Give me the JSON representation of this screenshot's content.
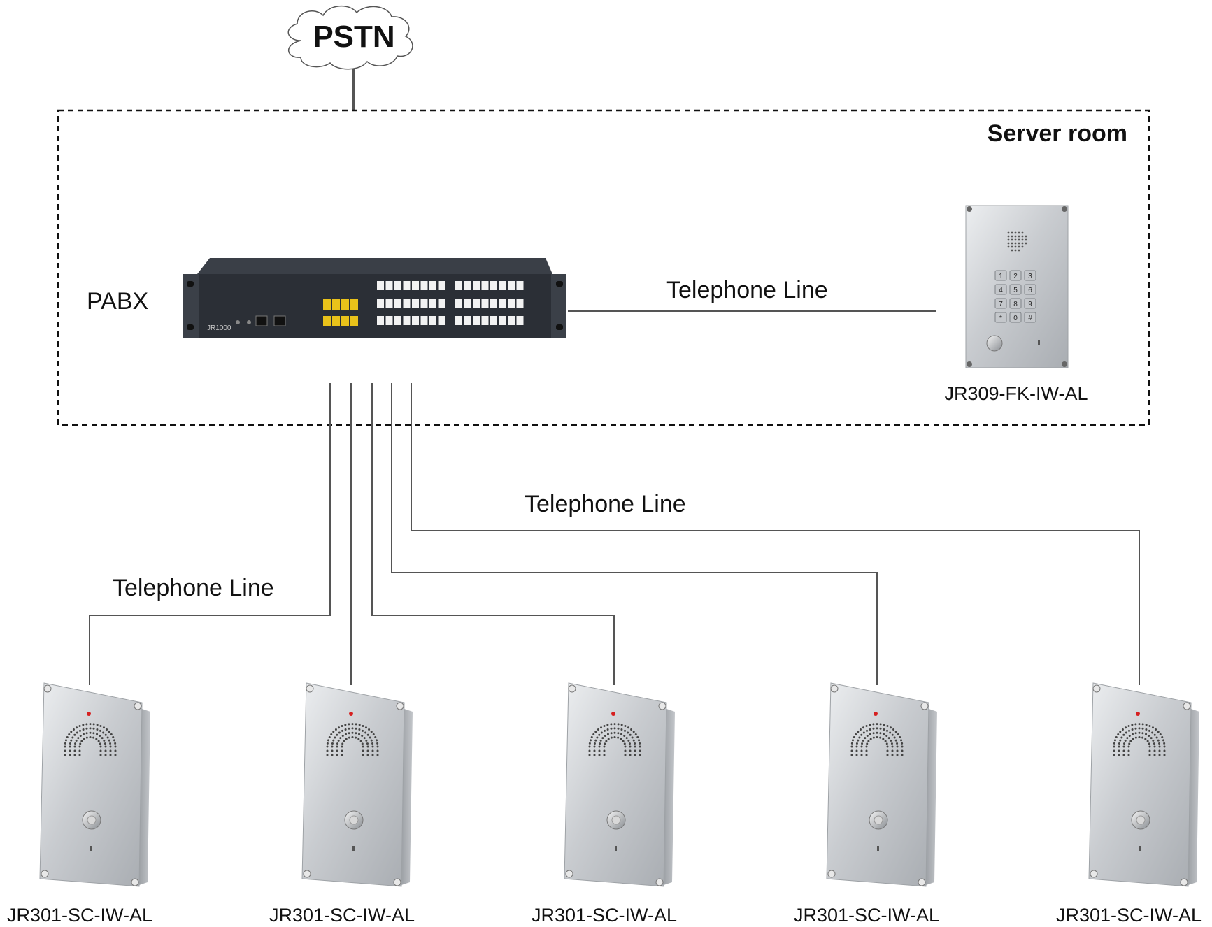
{
  "cloud": {
    "label": "PSTN"
  },
  "server_room": {
    "label": "Server room"
  },
  "pabx": {
    "label": "PABX",
    "model_text": "JR1000"
  },
  "keypad_phone": {
    "label": "JR309-FK-IW-AL",
    "keys": [
      "1",
      "2",
      "3",
      "4",
      "5",
      "6",
      "7",
      "8",
      "9",
      "*",
      "0",
      "#"
    ]
  },
  "links": {
    "label_server_room": "Telephone Line",
    "label_right": "Telephone Line",
    "label_left": "Telephone Line"
  },
  "wall_phones": [
    {
      "label": "JR301-SC-IW-AL"
    },
    {
      "label": "JR301-SC-IW-AL"
    },
    {
      "label": "JR301-SC-IW-AL"
    },
    {
      "label": "JR301-SC-IW-AL"
    },
    {
      "label": "JR301-SC-IW-AL"
    }
  ],
  "colors": {
    "line": "#555555",
    "dashed_border": "#111111",
    "pabx_body": "#2b2f36",
    "port_yellow": "#e9c21a",
    "port_white": "#f2f2f2",
    "steel_light": "#d6d8da",
    "steel_dark": "#9ea2a6",
    "led_red": "#d62020"
  }
}
